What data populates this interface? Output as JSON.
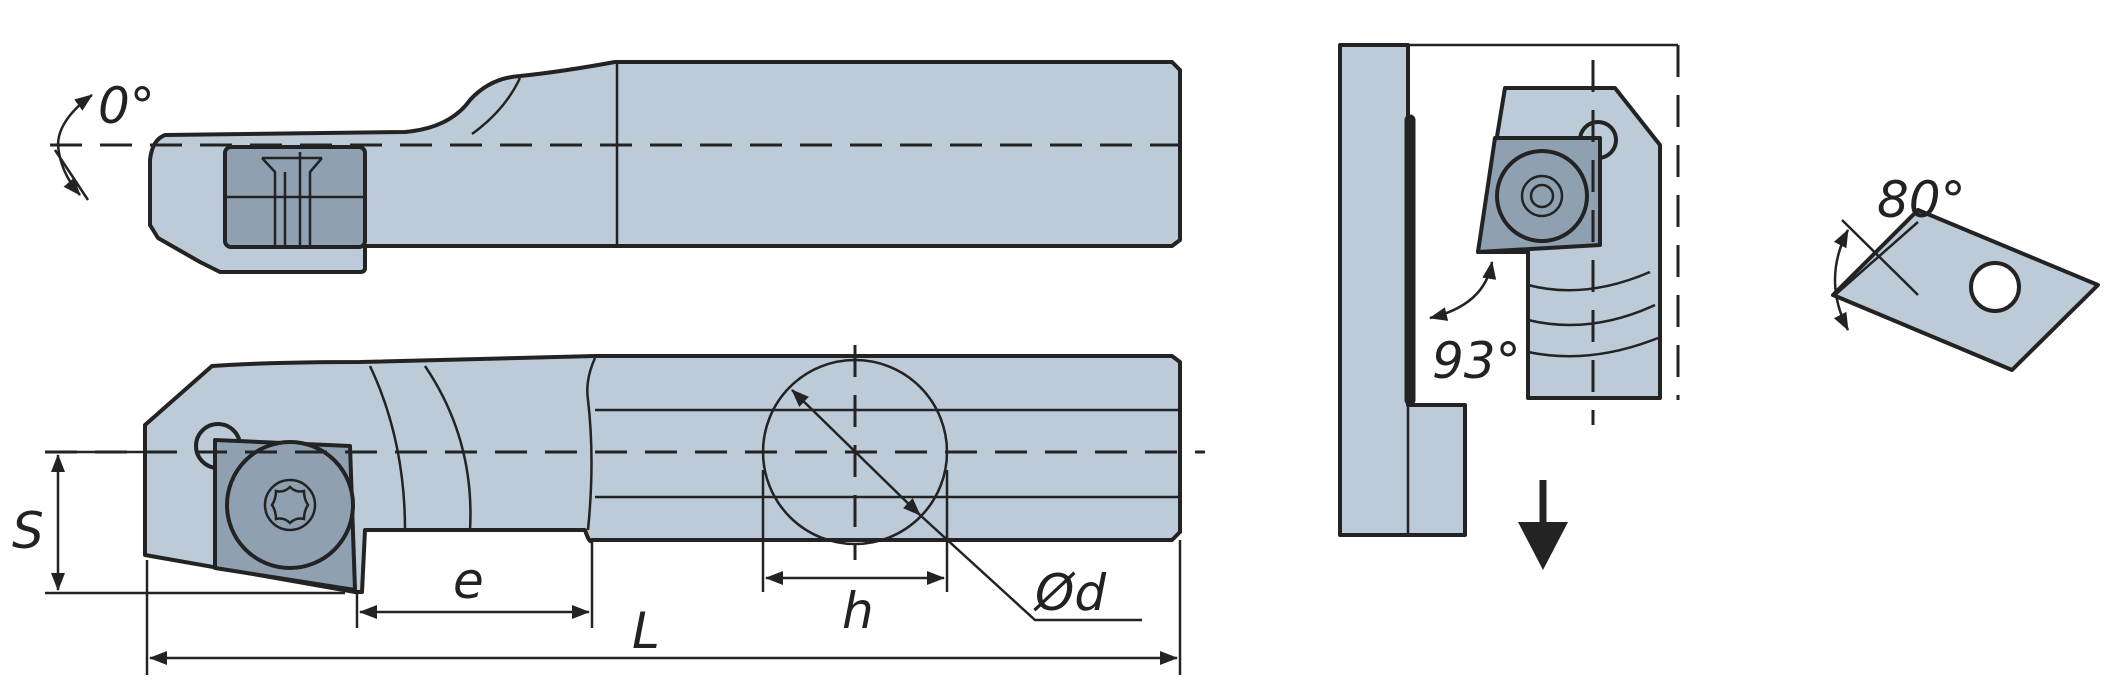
{
  "labels": {
    "angle_top": "0°",
    "dim_s": "S",
    "dim_e": "e",
    "dim_h": "h",
    "dim_L": "L",
    "dim_d": "Ød",
    "angle_side": "93°",
    "angle_insert": "80°"
  },
  "colors": {
    "body": "#bccbd7",
    "insert": "#8fa1b1",
    "line": "#232323"
  },
  "icons": [
    "screw-icon",
    "feed-arrow-icon"
  ]
}
